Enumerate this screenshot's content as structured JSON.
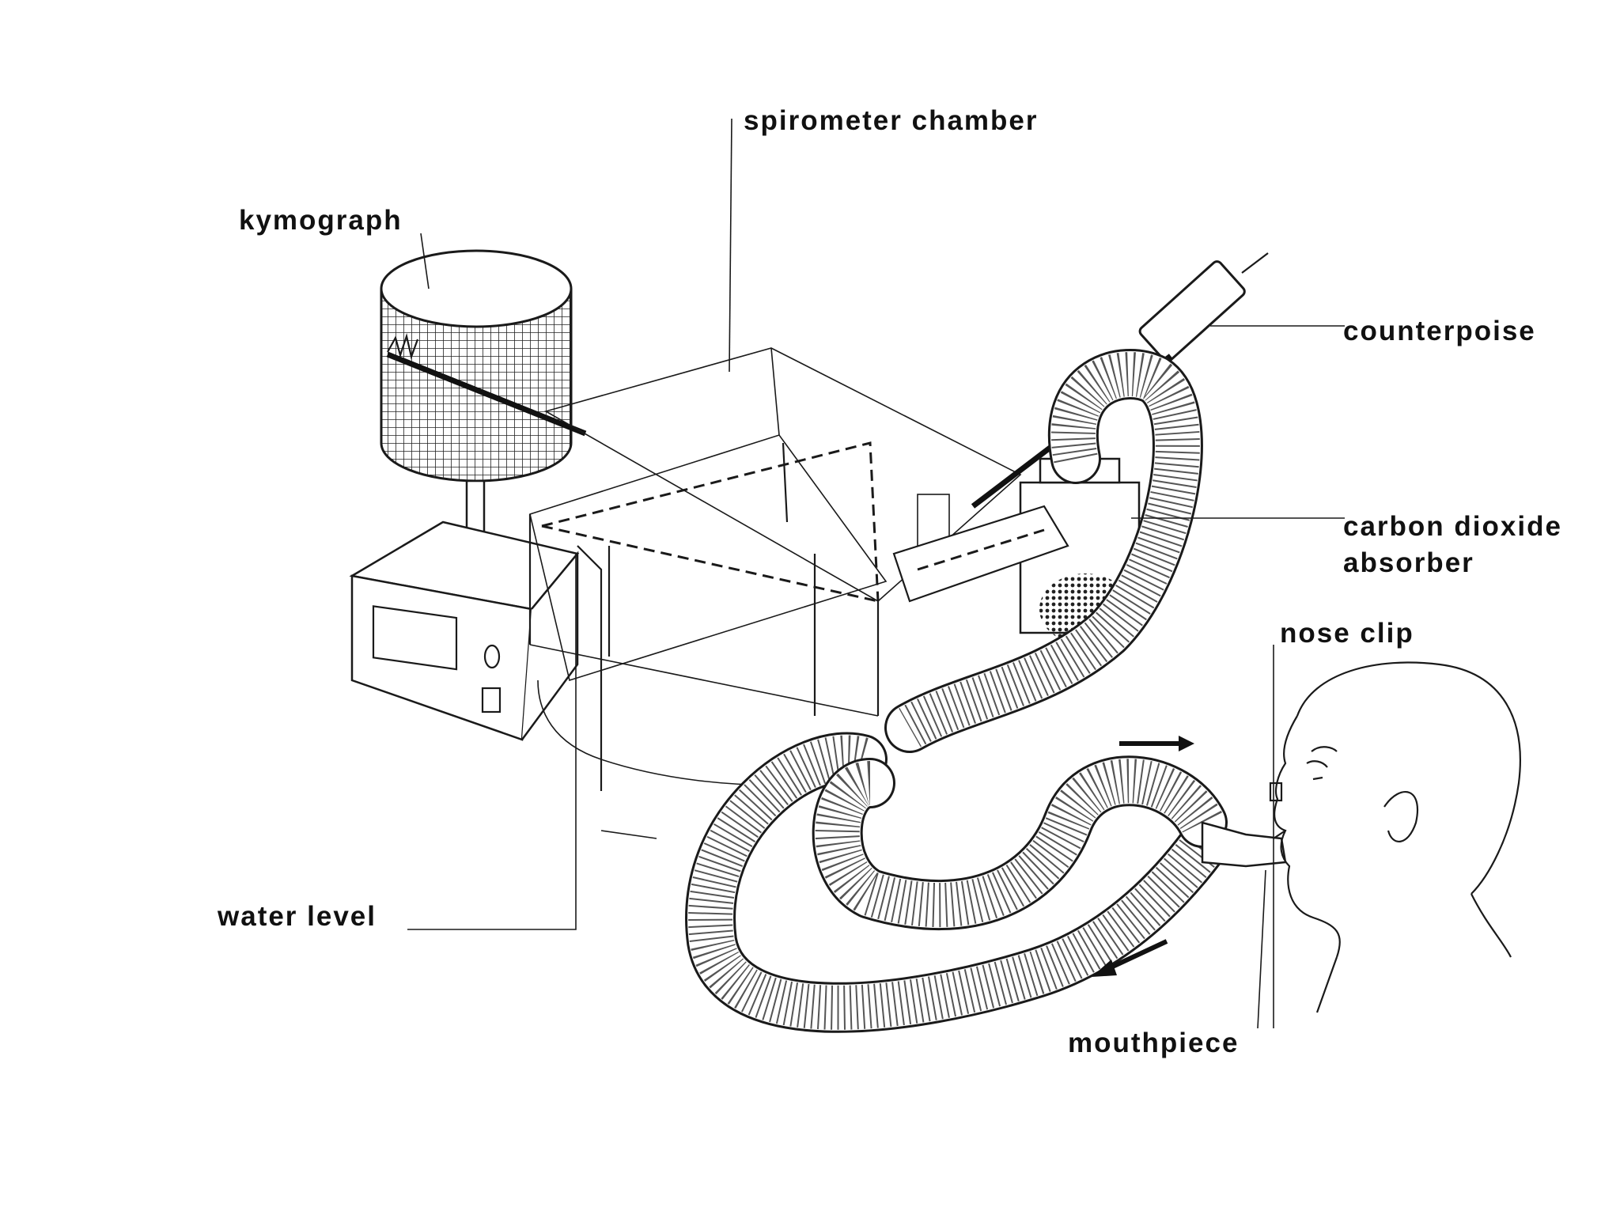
{
  "labels": {
    "spirometer_chamber": "spirometer chamber",
    "kymograph": "kymograph",
    "counterpoise": "counterpoise",
    "carbon_dioxide_line1": "carbon dioxide",
    "carbon_dioxide_line2": "absorber",
    "nose_clip": "nose clip",
    "water_level": "water level",
    "mouthpiece": "mouthpiece"
  },
  "colors": {
    "ink": "#1a1a1a",
    "background": "#ffffff"
  }
}
